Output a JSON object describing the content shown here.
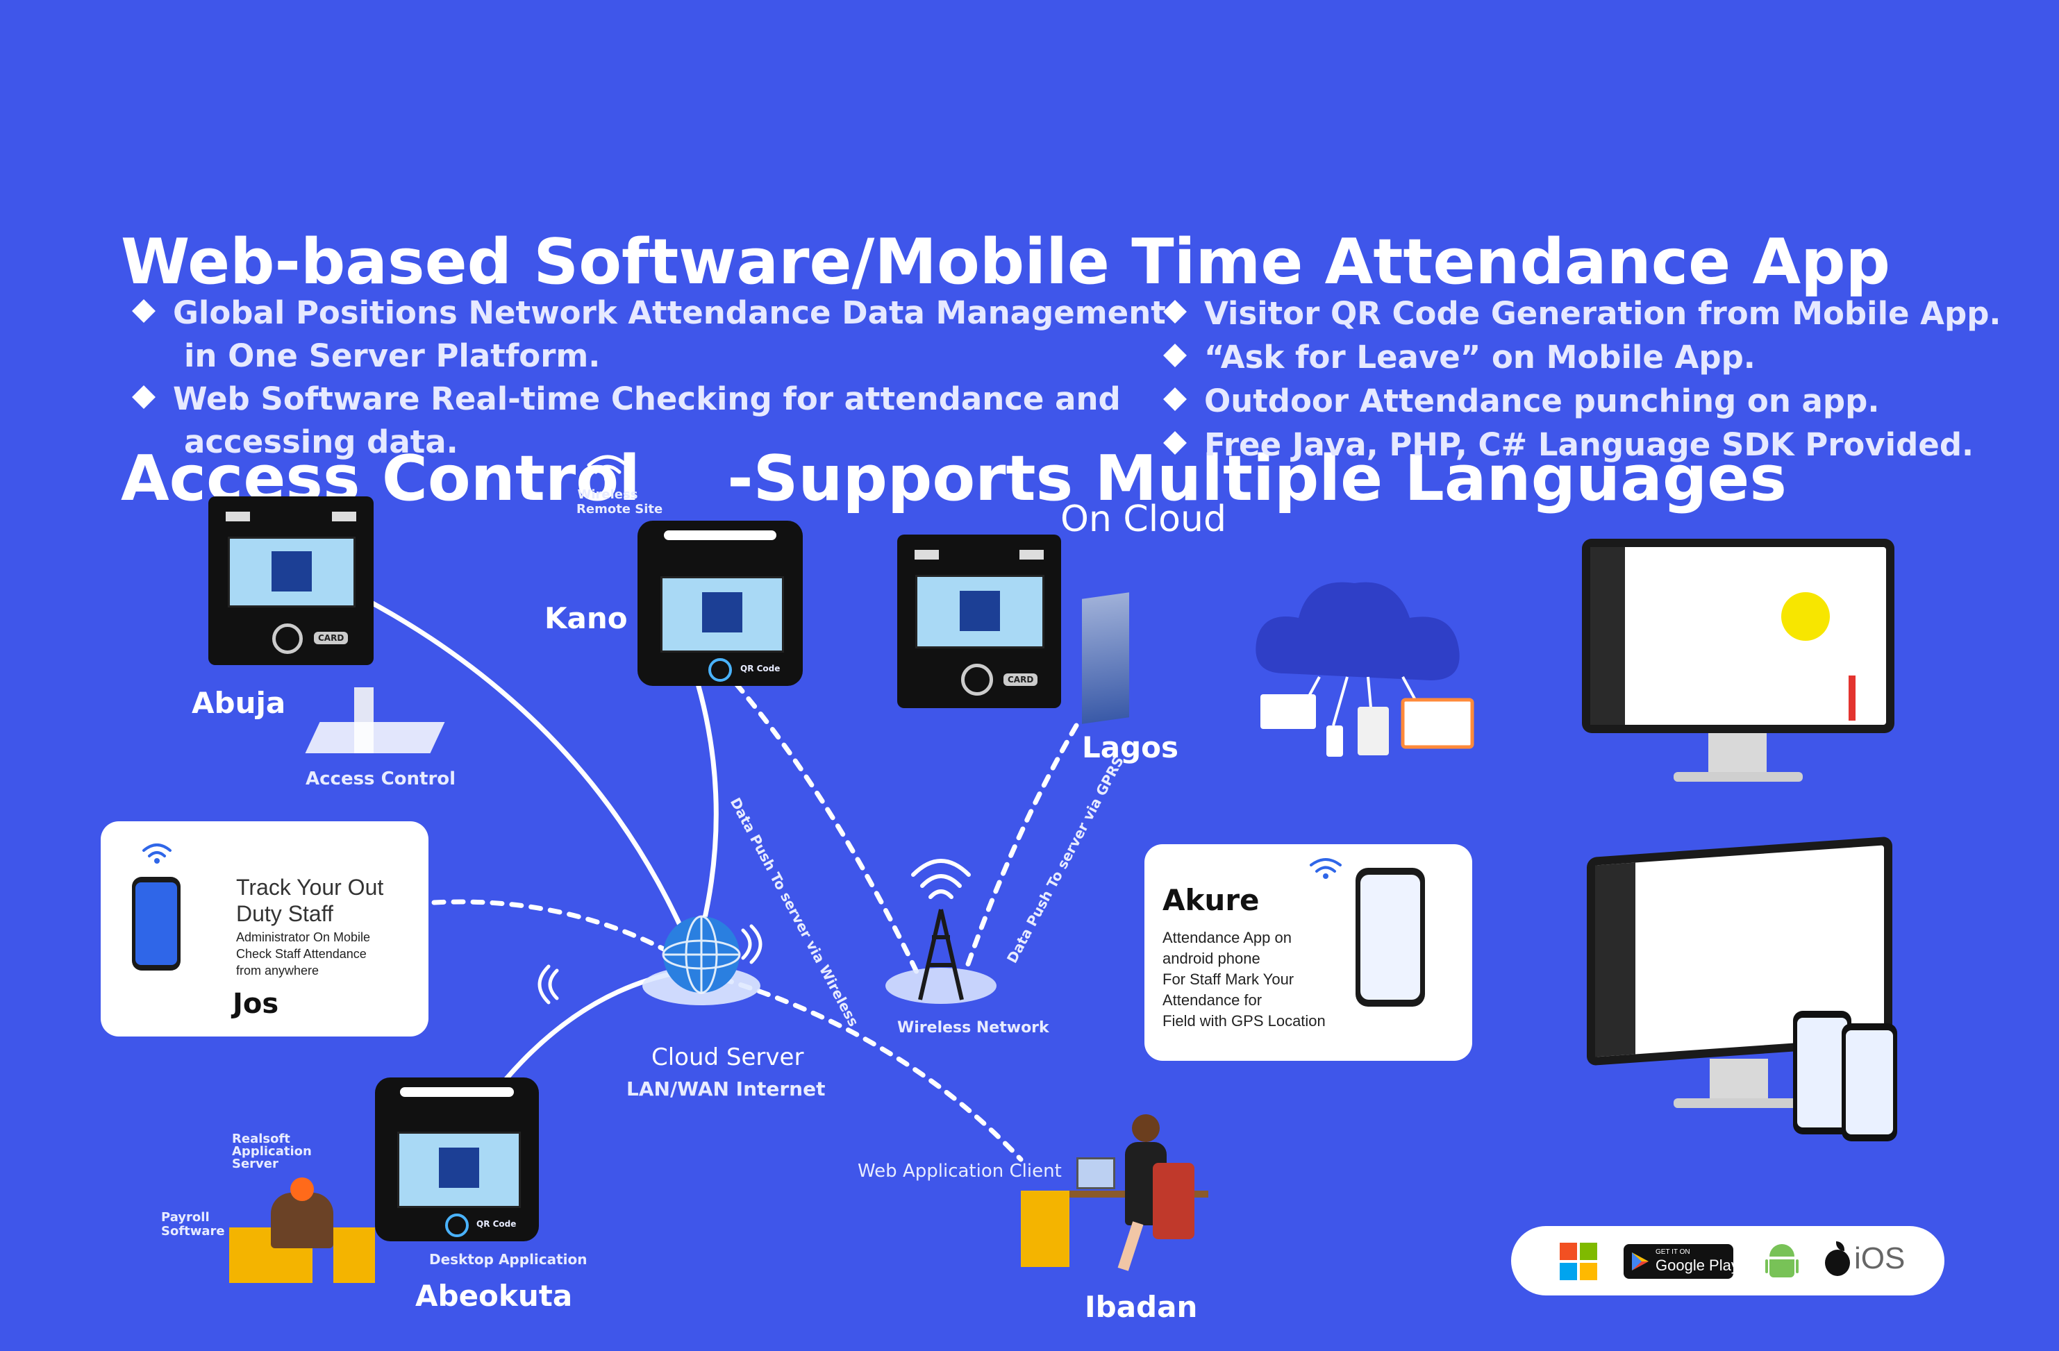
{
  "title": {
    "line1": "Web-based Software/Mobile Time Attendance App",
    "line2": "Access Control    -Supports Multiple Languages"
  },
  "features_left": [
    {
      "line1": "Global Positions Network Attendance Data Management",
      "line2": "in One Server Platform."
    },
    {
      "line1": "Web Software Real-time Checking for attendance and",
      "line2": "accessing data."
    }
  ],
  "features_right": [
    "Visitor QR Code Generation from Mobile App.",
    "“Ask for Leave” on Mobile App.",
    "Outdoor Attendance punching on app.",
    "Free Java, PHP, C# Language SDK Provided."
  ],
  "locations": {
    "abuja": "Abuja",
    "kano": "Kano",
    "lagos": "Lagos",
    "jos": "Jos",
    "akure": "Akure",
    "abeokuta": "Abeokuta",
    "ibadan": "Ibadan"
  },
  "labels": {
    "wireless_remote_site_1": "Wireless",
    "wireless_remote_site_2": "Remote Site",
    "on_cloud": "On Cloud",
    "access_control": "Access Control",
    "cloud_server": "Cloud Server",
    "lan_wan": "LAN/WAN Internet",
    "wireless_network": "Wireless Network",
    "data_push_wireless": "Data Push To server via Wireless",
    "data_push_gprs": "Data Push To server via GPRS",
    "web_application_client": "Web Application Client",
    "desktop_application": "Desktop Application",
    "realsoft_1": "Realsoft",
    "realsoft_2": "Application",
    "realsoft_3": "Server",
    "payroll_1": "Payroll",
    "payroll_2": "Software",
    "card": "CARD",
    "qr_code": "QR Code"
  },
  "jos_card": {
    "heading_1": "Track Your Out",
    "heading_2": "Duty Staff",
    "line1": "Administrator On Mobile",
    "line2": "Check Staff Attendance",
    "line3": "from anywhere"
  },
  "akure_card": {
    "line1": "Attendance App on",
    "line2": "android phone",
    "line3": "For Staff Mark Your",
    "line4": "Attendance for",
    "line5": "Field with GPS Location"
  },
  "platforms": {
    "google_play_small": "GET IT ON",
    "google_play": "Google Play",
    "ios": "iOS"
  },
  "icons": [
    "wifi-icon",
    "globe-icon",
    "cloud-icon",
    "tower-icon",
    "windows-icon",
    "android-icon",
    "apple-icon",
    "google-play-icon"
  ],
  "colors": {
    "background": "#3f56ea",
    "text": "#ffffff",
    "card": "#ffffff",
    "device_screen": "#a9d9f5",
    "brand_logo": "#1c3f95",
    "windows_red": "#f25022",
    "windows_green": "#7fba00",
    "windows_blue": "#00a4ef",
    "windows_yellow": "#ffb900",
    "android_green": "#78c257"
  }
}
